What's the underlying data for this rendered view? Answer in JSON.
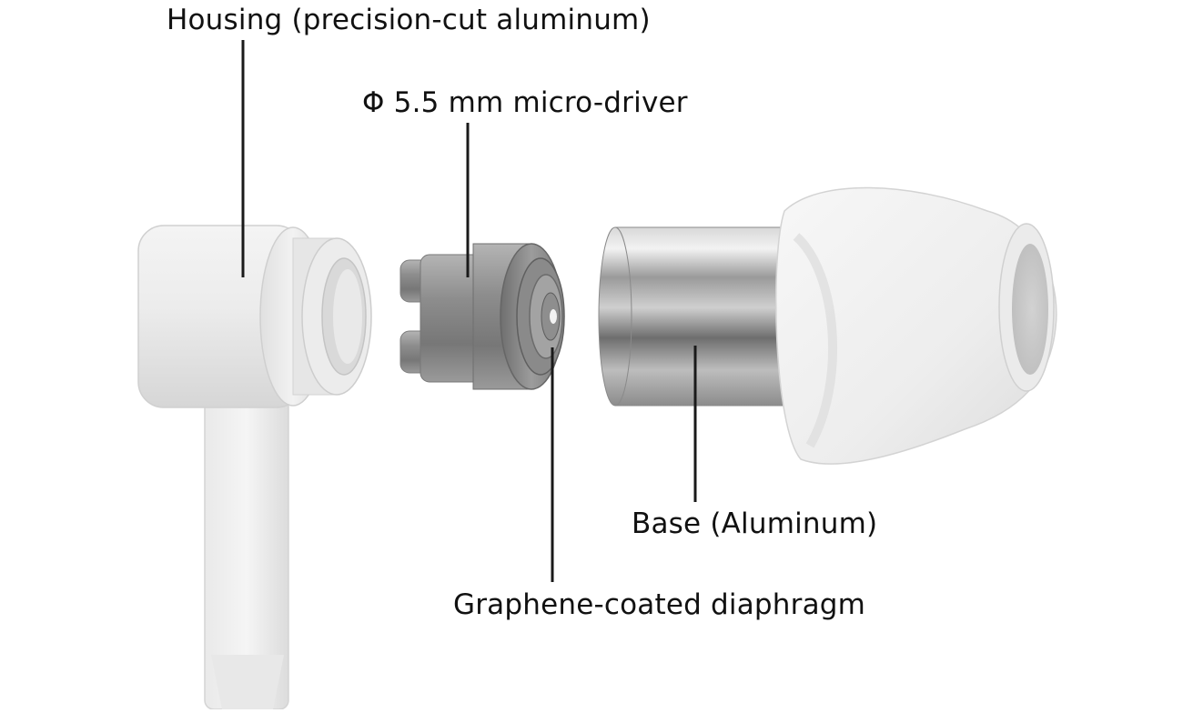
{
  "labels": {
    "housing": "Housing (precision-cut aluminum)",
    "driver": "Φ 5.5 mm micro-driver",
    "base": "Base (Aluminum)",
    "diaphragm": "Graphene-coated diaphragm"
  },
  "colors": {
    "background": "#ffffff",
    "text": "#111111",
    "leader_line": "#1a1a1a",
    "housing_white": "#ececec",
    "driver_gray": "#8f8f8f",
    "base_silver": "#c4c4c4",
    "eartip_white": "#f1f1f1"
  }
}
